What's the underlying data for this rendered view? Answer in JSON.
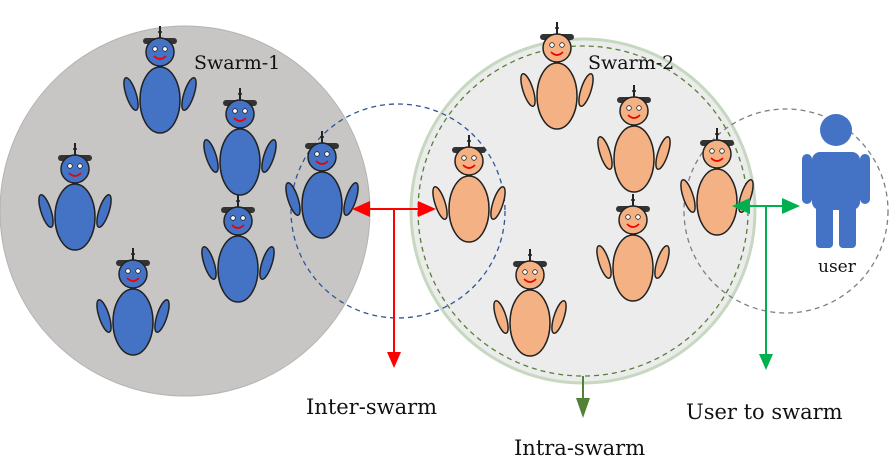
{
  "labels": {
    "swarm1": "Swarm-1",
    "swarm2": "Swarm-2",
    "user": "user",
    "inter": "Inter-swarm",
    "intra": "Intra-swarm",
    "user_to_swarm": "User to swarm"
  },
  "colors": {
    "swarm1_fill": "#c8c5c5",
    "swarm2_fill": "#ececec",
    "swarm2_border": "#c6d8c0",
    "blue_robot": "#4472c4",
    "orange_robot": "#f4b183",
    "user_icon": "#4472c4",
    "inter_arrow": "#ff0000",
    "intra_arrow": "#548235",
    "user_arrow": "#00b050",
    "inter_dashed": "#2f5597",
    "intra_dashed": "#548235",
    "user_dashed": "#7f7f7f"
  }
}
